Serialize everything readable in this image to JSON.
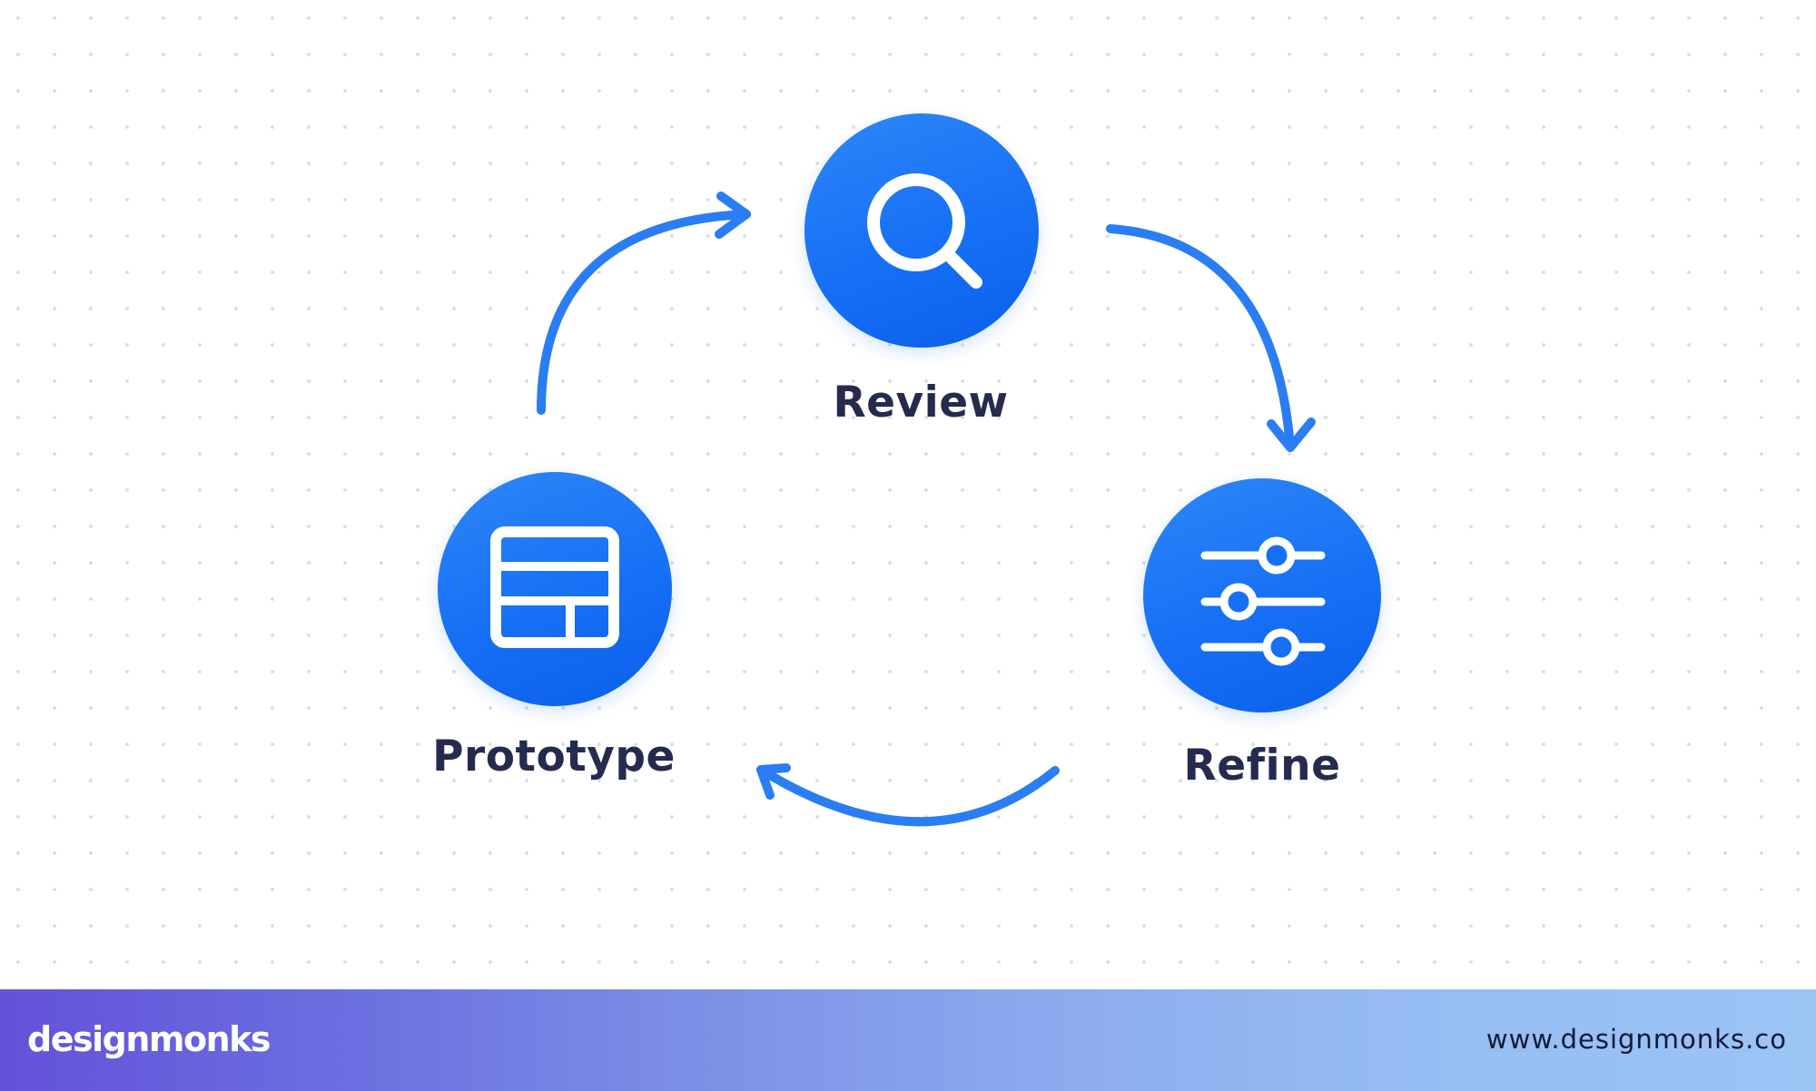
{
  "diagram": {
    "steps": [
      {
        "label": "Review",
        "icon": "search-icon"
      },
      {
        "label": "Refine",
        "icon": "sliders-icon"
      },
      {
        "label": "Prototype",
        "icon": "layout-icon"
      }
    ],
    "colors": {
      "accent": "#1670f5",
      "arrow": "#2a7df2",
      "label_text": "#252b4d"
    }
  },
  "footer": {
    "brand": "designmonks",
    "website": "www.designmonks.co",
    "gradient_start": "#6352d9",
    "gradient_end": "#9cc4f5"
  }
}
